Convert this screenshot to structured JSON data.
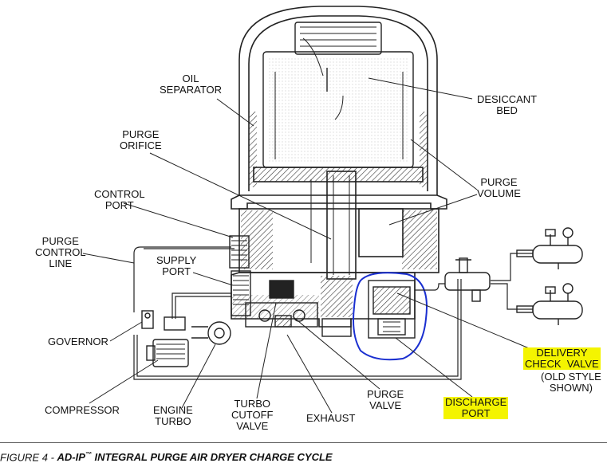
{
  "labels": {
    "oil_separator": "OIL\nSEPARATOR",
    "desiccant_bed": "DESICCANT\nBED",
    "purge_orifice": "PURGE\nORIFICE",
    "control_port": "CONTROL\nPORT",
    "purge_volume": "PURGE\nVOLUME",
    "purge_control_line": "PURGE\nCONTROL\nLINE",
    "supply_port": "SUPPLY\nPORT",
    "governor": "GOVERNOR",
    "compressor": "COMPRESSOR",
    "engine_turbo": "ENGINE\nTURBO",
    "turbo_cutoff_valve": "TURBO\nCUTOFF\nVALVE",
    "exhaust": "EXHAUST",
    "purge_valve": "PURGE\nVALVE",
    "discharge_port": "DISCHARGE\nPORT",
    "delivery_check_valve": "DELIVERY\nCHECK  VALVE",
    "old_style_shown": "(OLD STYLE\nSHOWN)"
  },
  "caption": {
    "prefix": "FIGURE 4 - ",
    "title": "AD-IP",
    "tm": "™",
    "rest": " INTEGRAL PURGE AIR DRYER CHARGE CYCLE"
  },
  "colors": {
    "highlight": "#f4f400",
    "annotation_circle": "#1a2fd0",
    "line": "#222222"
  }
}
